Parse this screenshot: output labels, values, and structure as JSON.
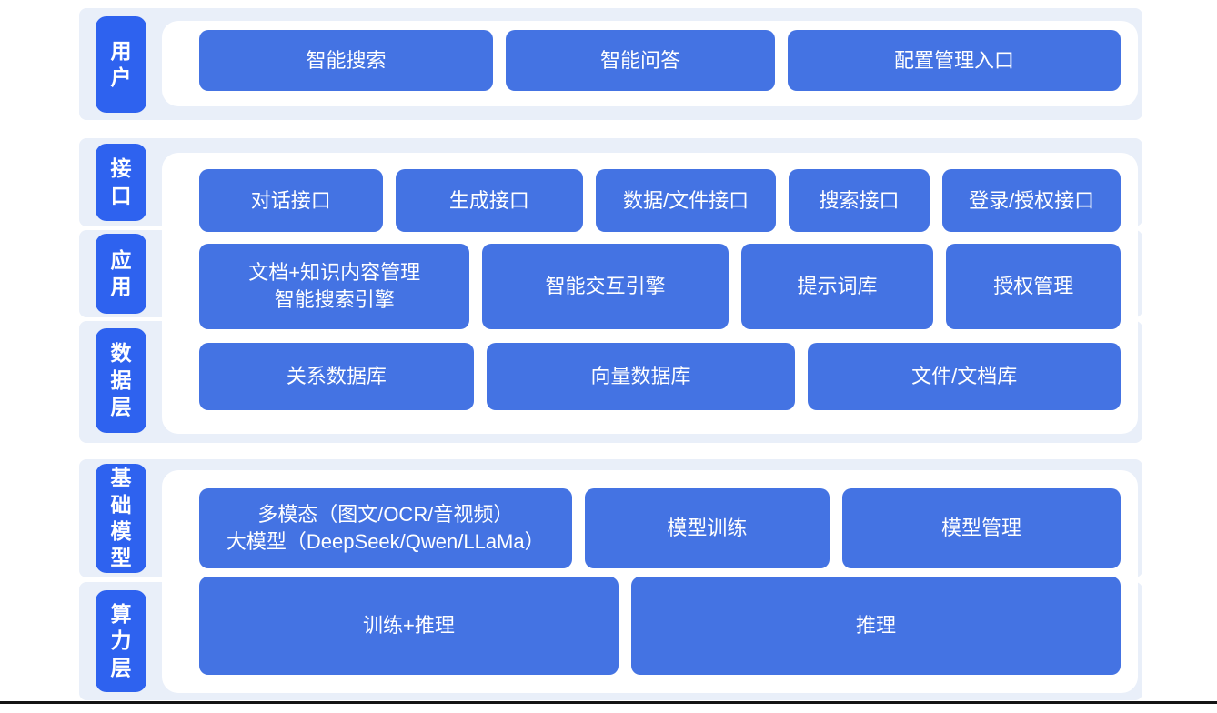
{
  "colors": {
    "layer_label_blue": "#2e62ef",
    "block_blue": "#4473e3",
    "band_bg": "#e9eff9",
    "panel_bg": "#ffffff",
    "text": "#ffffff",
    "divider": "#141414"
  },
  "labels": {
    "user": "用户",
    "interface": "接口",
    "application": "应用",
    "data": "数据层",
    "foundation": "基础模型",
    "compute": "算力层"
  },
  "rows": {
    "user": [
      "智能搜索",
      "智能问答",
      "配置管理入口"
    ],
    "interface": [
      "对话接口",
      "生成接口",
      "数据/文件接口",
      "搜索接口",
      "登录/授权接口"
    ],
    "application": [
      "文档+知识内容管理\n智能搜索引擎",
      "智能交互引擎",
      "提示词库",
      "授权管理"
    ],
    "data": [
      "关系数据库",
      "向量数据库",
      "文件/文档库"
    ],
    "foundation": [
      "多模态（图文/OCR/音视频）\n大模型（DeepSeek/Qwen/LLaMa）",
      "模型训练",
      "模型管理"
    ],
    "compute": [
      "训练+推理",
      "推理"
    ]
  }
}
